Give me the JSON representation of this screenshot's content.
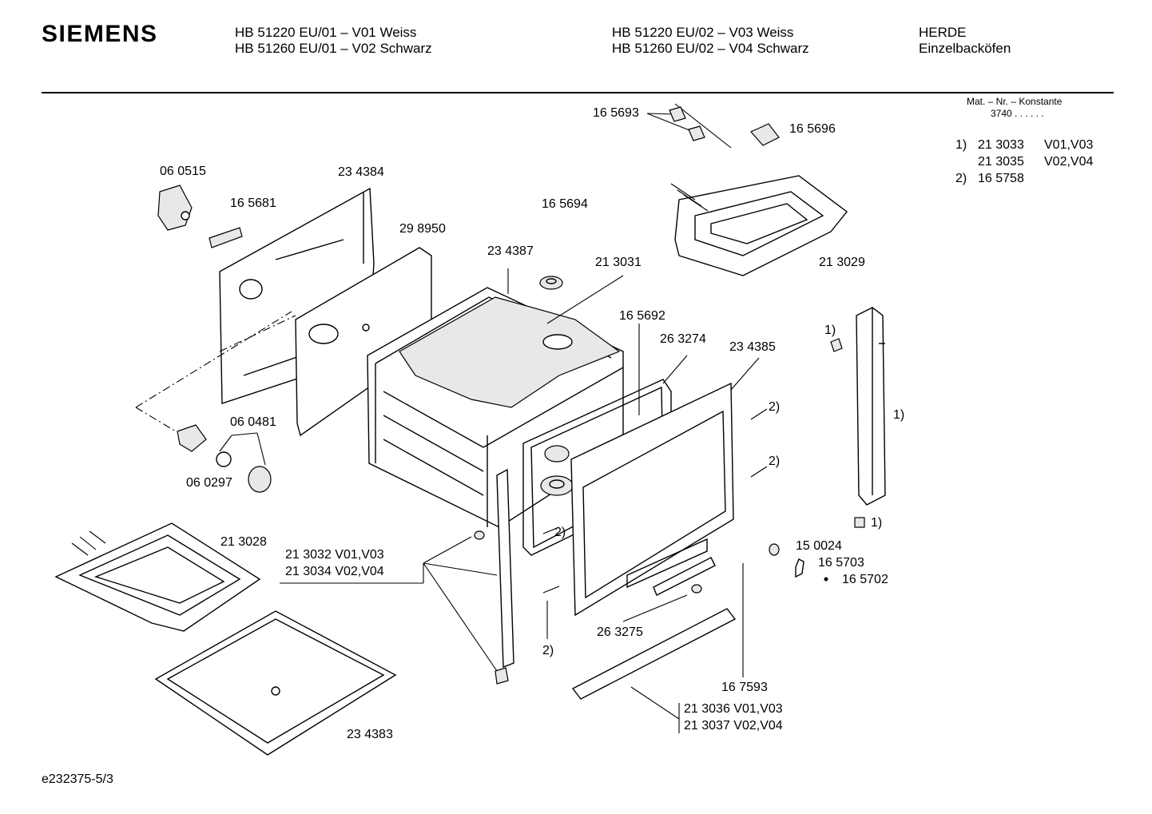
{
  "header": {
    "brand": "SIEMENS",
    "models_a_line1": "HB 51220 EU/01 – V01 Weiss",
    "models_a_line2": "HB 51260 EU/01 – V02 Schwarz",
    "models_b_line1": "HB 51220 EU/02 – V03 Weiss",
    "models_b_line2": "HB 51260 EU/02 – V04 Schwarz",
    "category_line1": "HERDE",
    "category_line2": "Einzelbacköfen"
  },
  "constants": {
    "title": "Mat. – Nr. – Konstante",
    "value": "3740 . . . . . .",
    "notes": [
      {
        "marker": "1)",
        "part": "21 3033",
        "variant": "V01,V03"
      },
      {
        "marker": "",
        "part": "21 3035",
        "variant": "V02,V04"
      },
      {
        "marker": "2)",
        "part": "16 5758",
        "variant": ""
      }
    ]
  },
  "parts": {
    "p165693": "16 5693",
    "p165696": "16 5696",
    "p060515": "06 0515",
    "p234384": "23 4384",
    "p165681": "16 5681",
    "p298950": "29 8950",
    "p165694": "16 5694",
    "p234387": "23 4387",
    "p213031": "21 3031",
    "p213029": "21 3029",
    "p165692": "16 5692",
    "p263274": "26 3274",
    "p234385": "23 4385",
    "p060481": "06 0481",
    "p060297": "06 0297",
    "p213028": "21 3028",
    "p213032": "21 3032 V01,V03",
    "p213034": "21 3034 V02,V04",
    "p150024": "15 0024",
    "p165703": "16 5703",
    "p165702": "16 5702",
    "p263275": "26 3275",
    "p167593": "16 7593",
    "p213036": "21 3036 V01,V03",
    "p213037": "21 3037 V02,V04",
    "p234383": "23 4383"
  },
  "markers": {
    "one": "1)",
    "two": "2)"
  },
  "footer": {
    "doc_id": "e232375-5/3"
  }
}
